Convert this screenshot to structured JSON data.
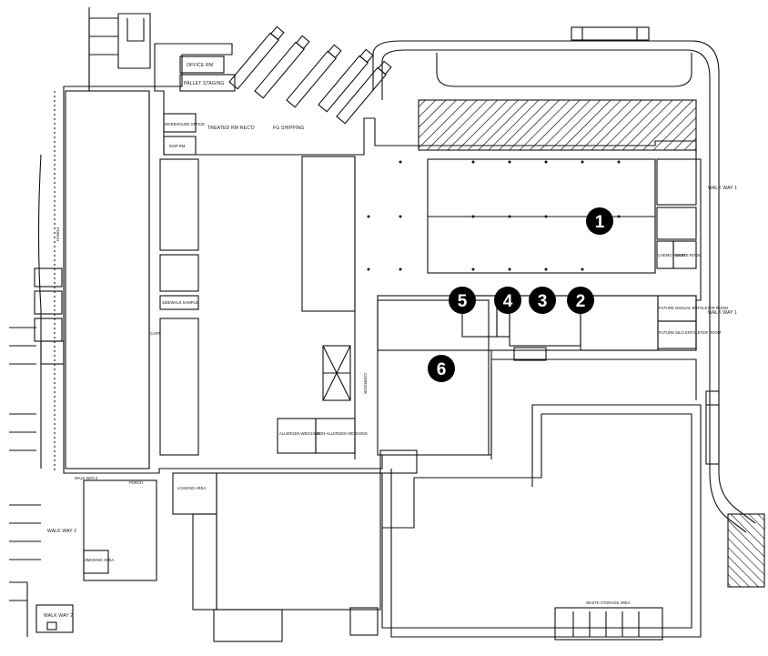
{
  "labels": {
    "office_rm": "OFFICE RM",
    "pallet_staging": "PALLET STAGING",
    "treated_rm_recd": "TREATED RM REC'D",
    "fg_shipping": "FG SHIPPING",
    "warehouse_office": "WAREHOUSE OFFICE",
    "insp_rm": "INSP RM",
    "sidewalk_sample": "SIDEWALK SAMPLE",
    "cart": "CART",
    "porch_left": "PORCH",
    "porch_bottom": "PORCH",
    "corridor": "CORRIDOR",
    "allergen_weighing": "ALLERGEN WEIGHING",
    "non_allergen_weighing": "NON-ALLERGEN WEIGHING",
    "loading_area": "LOADING AREA",
    "chemo_room": "CHEMO ROOM",
    "waste_room": "WASTE ROOM",
    "future_manual": "FUTURE MANUAL ENTOLETER ROOM",
    "future_silo": "FUTURE SILO ENTOLETER ROOM",
    "walk_way_1_top": "WALK WAY 1",
    "walk_way_1_mid": "WALK WAY 1",
    "walk_way_2_bottom": "WALK WAY 2",
    "walk_way_2_left": "WALK WAY 2",
    "walk_way_2_corner": "WALK WAY 2",
    "smoking_area": "SMOKING AREA",
    "waste_storage_area": "WASTE STORAGE AREA"
  },
  "markers": [
    {
      "id": "1"
    },
    {
      "id": "2"
    },
    {
      "id": "3"
    },
    {
      "id": "4"
    },
    {
      "id": "5"
    },
    {
      "id": "6"
    }
  ],
  "colors": {
    "line": "#111111",
    "marker_fill": "#000000",
    "marker_text": "#ffffff",
    "background": "#ffffff"
  }
}
